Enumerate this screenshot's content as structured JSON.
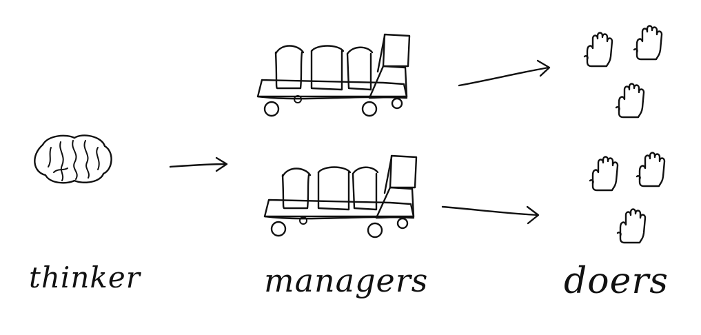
{
  "labels": {
    "thinker": "thinker",
    "managers": "managers",
    "doers": "doers"
  },
  "ink_color": "#111111",
  "background_color": "#ffffff",
  "icons": {
    "thinker": "brain-icon",
    "managers": "cart-icon",
    "doers": "hand-icon"
  }
}
